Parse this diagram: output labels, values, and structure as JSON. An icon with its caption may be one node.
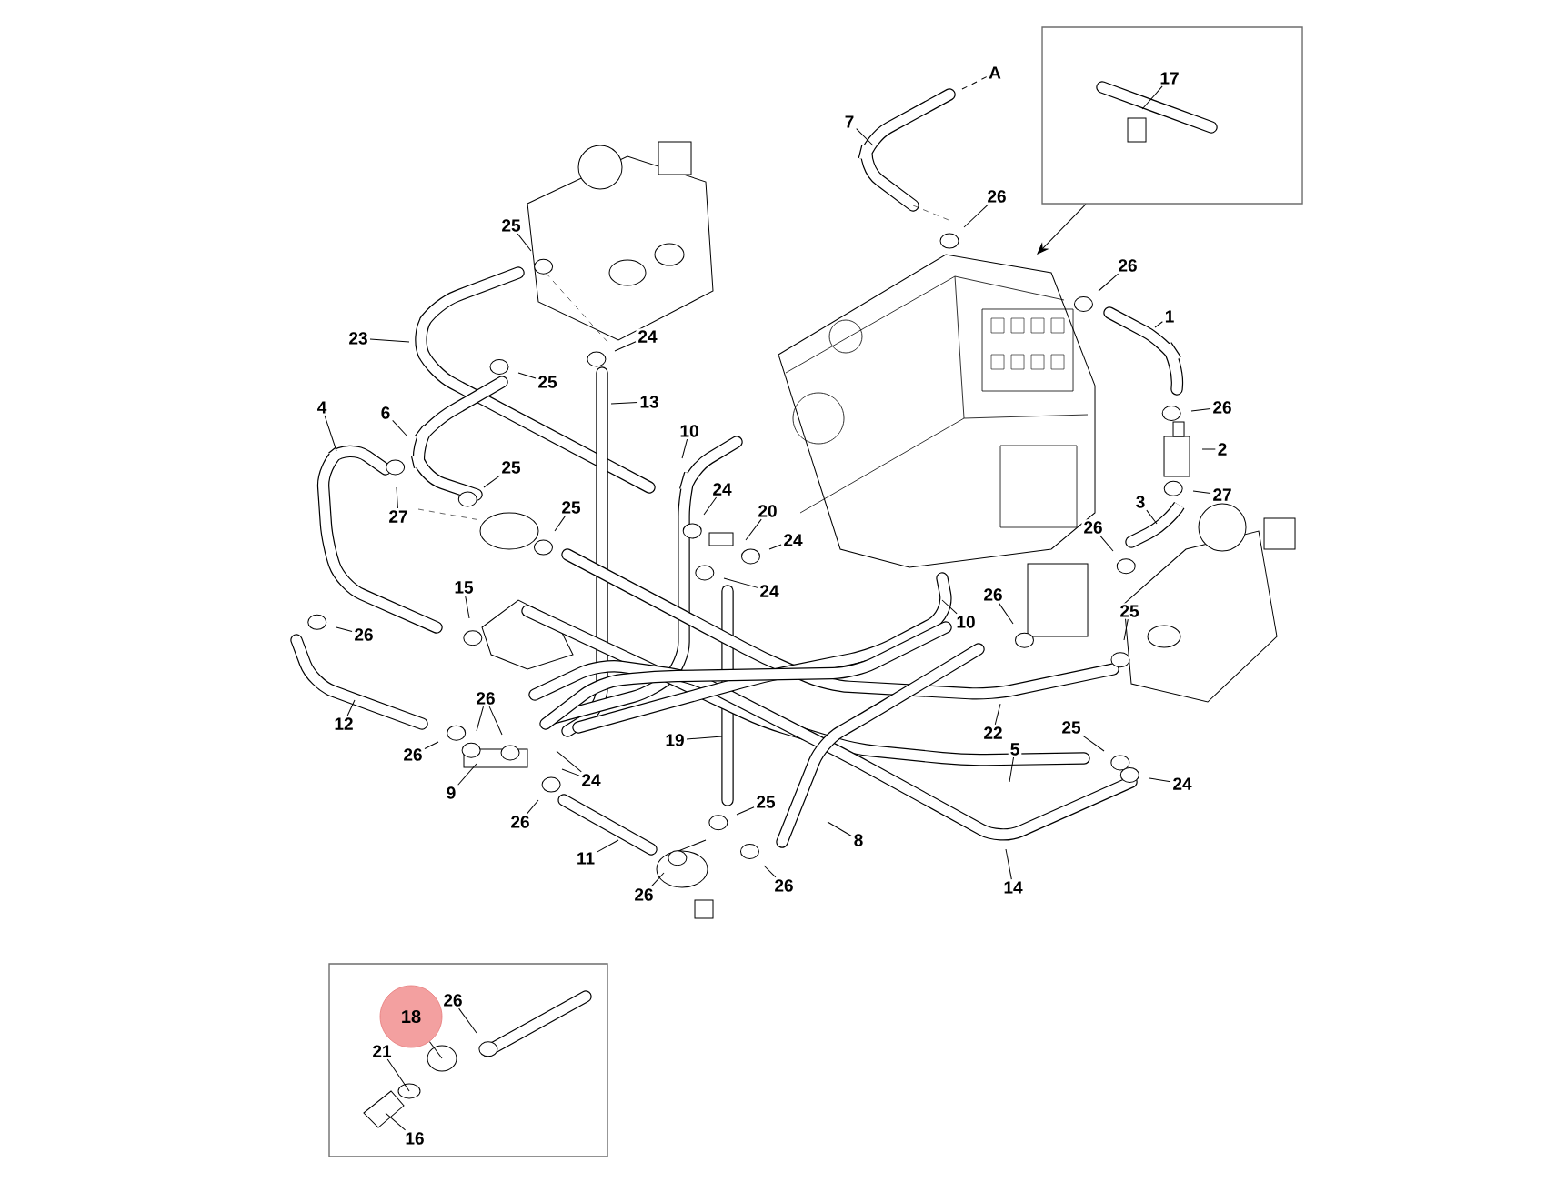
{
  "diagram": {
    "nodes": [
      {
        "text": [],
        "shape": "box"
      },
      {
        "text": [
          "17"
        ],
        "in": 0
      },
      {
        "text": [
          "A"
        ]
      },
      {
        "text": [
          "7"
        ]
      },
      {
        "text": [
          "26"
        ]
      },
      {
        "text": [
          "25"
        ]
      },
      {
        "text": [
          "26"
        ]
      },
      {
        "text": [
          "1"
        ]
      },
      {
        "text": [
          "23"
        ]
      },
      {
        "text": [
          "24"
        ]
      },
      {
        "text": [
          "25"
        ]
      },
      {
        "text": [
          "13"
        ]
      },
      {
        "text": [
          "4"
        ]
      },
      {
        "text": [
          "6"
        ]
      },
      {
        "text": [
          "26"
        ]
      },
      {
        "text": [
          "10"
        ]
      },
      {
        "text": [
          "2"
        ]
      },
      {
        "text": [
          "25"
        ]
      },
      {
        "text": [
          "27"
        ]
      },
      {
        "text": [
          "25"
        ]
      },
      {
        "text": [
          "24"
        ]
      },
      {
        "text": [
          "20"
        ]
      },
      {
        "text": [
          "27"
        ]
      },
      {
        "text": [
          "3"
        ]
      },
      {
        "text": [
          "26"
        ]
      },
      {
        "text": [
          "24"
        ]
      },
      {
        "text": [
          "24"
        ]
      },
      {
        "text": [
          "15"
        ]
      },
      {
        "text": [
          "26"
        ]
      },
      {
        "text": [
          "25"
        ]
      },
      {
        "text": [
          "10"
        ]
      },
      {
        "text": [
          "26"
        ]
      },
      {
        "text": [
          "26"
        ]
      },
      {
        "text": [
          "12"
        ]
      },
      {
        "text": [
          "19"
        ]
      },
      {
        "text": [
          "22"
        ]
      },
      {
        "text": [
          "25"
        ]
      },
      {
        "text": [
          "5"
        ]
      },
      {
        "text": [
          "26"
        ]
      },
      {
        "text": [
          "24"
        ]
      },
      {
        "text": [
          "9"
        ]
      },
      {
        "text": [
          "24"
        ]
      },
      {
        "text": [
          "25"
        ]
      },
      {
        "text": [
          "26"
        ]
      },
      {
        "text": [
          "8"
        ]
      },
      {
        "text": [
          "11"
        ]
      },
      {
        "text": [
          "26"
        ]
      },
      {
        "text": [
          "14"
        ]
      },
      {
        "text": [
          "26"
        ]
      },
      {
        "text": [],
        "shape": "box"
      },
      {
        "text": [
          "18"
        ],
        "in": 49
      },
      {
        "text": [
          "26"
        ],
        "in": 49
      },
      {
        "text": [
          "21"
        ],
        "in": 49
      },
      {
        "text": [
          "16"
        ],
        "in": 49
      }
    ],
    "edges": [
      {
        "from": 0,
        "to": null,
        "arrow": "to"
      },
      {
        "from": 1,
        "to": null,
        "arrow": "none"
      },
      {
        "from": 2,
        "to": null,
        "arrow": "none",
        "style": "dashed"
      },
      {
        "from": 3,
        "to": null,
        "arrow": "none"
      },
      {
        "from": 4,
        "to": null,
        "arrow": "none"
      },
      {
        "from": 5,
        "to": null,
        "arrow": "none"
      },
      {
        "from": 6,
        "to": null,
        "arrow": "none"
      },
      {
        "from": 7,
        "to": null,
        "arrow": "none"
      },
      {
        "from": 8,
        "to": null,
        "arrow": "none"
      },
      {
        "from": 9,
        "to": null,
        "arrow": "none"
      },
      {
        "from": 10,
        "to": null,
        "arrow": "none"
      },
      {
        "from": 11,
        "to": null,
        "arrow": "none"
      },
      {
        "from": 12,
        "to": null,
        "arrow": "none"
      },
      {
        "from": 13,
        "to": null,
        "arrow": "none"
      },
      {
        "from": 14,
        "to": null,
        "arrow": "none"
      },
      {
        "from": 15,
        "to": null,
        "arrow": "none"
      },
      {
        "from": 16,
        "to": null,
        "arrow": "none"
      },
      {
        "from": 17,
        "to": null,
        "arrow": "none"
      },
      {
        "from": 18,
        "to": null,
        "arrow": "none"
      },
      {
        "from": 19,
        "to": null,
        "arrow": "none"
      },
      {
        "from": 20,
        "to": null,
        "arrow": "none"
      },
      {
        "from": 21,
        "to": null,
        "arrow": "none"
      },
      {
        "from": 22,
        "to": null,
        "arrow": "none"
      },
      {
        "from": 23,
        "to": null,
        "arrow": "none"
      },
      {
        "from": 24,
        "to": null,
        "arrow": "none"
      },
      {
        "from": 25,
        "to": null,
        "arrow": "none"
      },
      {
        "from": 26,
        "to": null,
        "arrow": "none"
      },
      {
        "from": 27,
        "to": null,
        "arrow": "none"
      },
      {
        "from": 28,
        "to": null,
        "arrow": "none"
      },
      {
        "from": 29,
        "to": null,
        "arrow": "none"
      },
      {
        "from": 30,
        "to": null,
        "arrow": "none"
      },
      {
        "from": 31,
        "to": null,
        "arrow": "none"
      },
      {
        "from": 32,
        "to": null,
        "arrow": "none"
      },
      {
        "from": 32,
        "to": null,
        "arrow": "none"
      },
      {
        "from": 33,
        "to": null,
        "arrow": "none"
      },
      {
        "from": 34,
        "to": null,
        "arrow": "none"
      },
      {
        "from": 35,
        "to": null,
        "arrow": "none"
      },
      {
        "from": 36,
        "to": null,
        "arrow": "none"
      },
      {
        "from": 37,
        "to": null,
        "arrow": "none"
      },
      {
        "from": 38,
        "to": null,
        "arrow": "none"
      },
      {
        "from": 39,
        "to": null,
        "arrow": "none"
      },
      {
        "from": 39,
        "to": null,
        "arrow": "none"
      },
      {
        "from": 40,
        "to": null,
        "arrow": "none"
      },
      {
        "from": 41,
        "to": null,
        "arrow": "none"
      },
      {
        "from": 42,
        "to": null,
        "arrow": "none"
      },
      {
        "from": 43,
        "to": null,
        "arrow": "none"
      },
      {
        "from": 44,
        "to": null,
        "arrow": "none"
      },
      {
        "from": 45,
        "to": null,
        "arrow": "none"
      },
      {
        "from": 46,
        "to": null,
        "arrow": "none"
      },
      {
        "from": 47,
        "to": null,
        "arrow": "none"
      },
      {
        "from": 48,
        "to": null,
        "arrow": "none"
      },
      {
        "from": 50,
        "to": null,
        "arrow": "none"
      },
      {
        "from": 51,
        "to": null,
        "arrow": "none"
      },
      {
        "from": 52,
        "to": null,
        "arrow": "none"
      },
      {
        "from": 53,
        "to": null,
        "arrow": "none"
      }
    ]
  }
}
